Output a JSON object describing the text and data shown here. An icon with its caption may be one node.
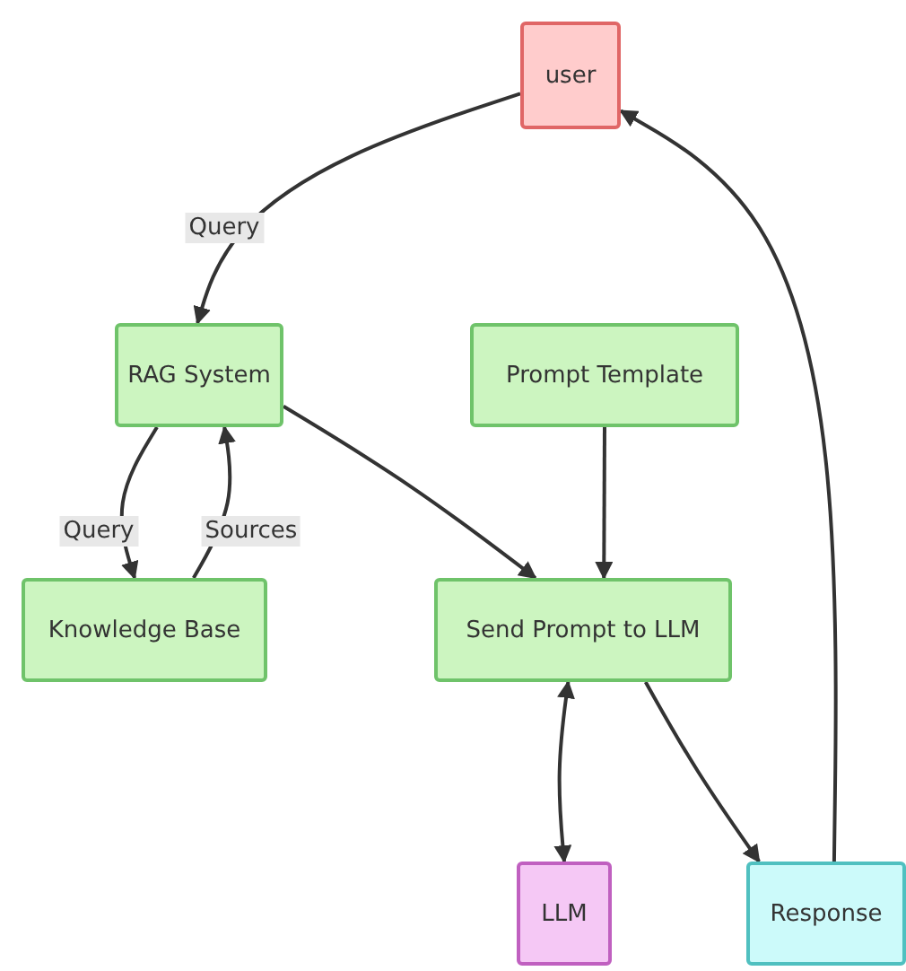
{
  "diagram": {
    "nodes": [
      {
        "text": [
          "user"
        ]
      },
      {
        "text": [
          "RAG System"
        ]
      },
      {
        "text": [
          "Prompt Template"
        ]
      },
      {
        "text": [
          "Knowledge Base"
        ]
      },
      {
        "text": [
          "Send Prompt to LLM"
        ]
      },
      {
        "text": [
          "LLM"
        ]
      },
      {
        "text": [
          "Response"
        ]
      }
    ],
    "edges": [
      {
        "from": 0,
        "to": 1,
        "arrow": "to",
        "label": "Query"
      },
      {
        "from": 1,
        "to": 3,
        "arrow": "to",
        "label": "Query"
      },
      {
        "from": 3,
        "to": 1,
        "arrow": "to",
        "label": "Sources"
      },
      {
        "from": 1,
        "to": 4,
        "arrow": "to"
      },
      {
        "from": 2,
        "to": 4,
        "arrow": "to"
      },
      {
        "from": 4,
        "to": 5,
        "arrow": "both"
      },
      {
        "from": 4,
        "to": 6,
        "arrow": "to"
      },
      {
        "from": 6,
        "to": 0,
        "arrow": "to"
      }
    ]
  }
}
